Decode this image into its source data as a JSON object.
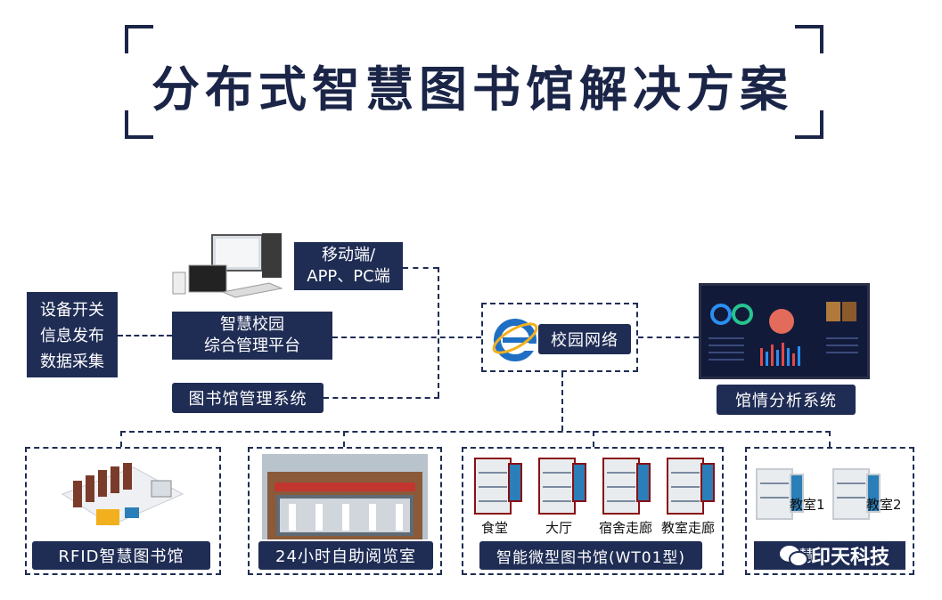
{
  "title": "分布式智慧图书馆解决方案",
  "nodes": {
    "device": {
      "lines": [
        "设备开关",
        "信息发布",
        "数据采集"
      ]
    },
    "mobile": {
      "lines": [
        "移动端/",
        "APP、PC端"
      ]
    },
    "campus_platform": {
      "lines": [
        "智慧校园",
        "综合管理平台"
      ]
    },
    "library_system": "图书馆管理系统",
    "campus_network": "校园网络",
    "analysis": "馆情分析系统"
  },
  "panels": {
    "rfid": "RFID智慧图书馆",
    "reading_room": "24小时自助阅览室",
    "micro_library": "智能微型图书馆(WT01型)",
    "micro_locations": [
      "食堂",
      "大厅",
      "宿舍走廊",
      "教室走廊"
    ],
    "classroom": {
      "label": "慧",
      "locations": [
        "教室1",
        "教室2"
      ]
    }
  },
  "watermark": "印天科技",
  "colors": {
    "navy": "#1f2d55",
    "accent_red": "#8a0f16",
    "screen_blue": "#2a7fb8"
  }
}
